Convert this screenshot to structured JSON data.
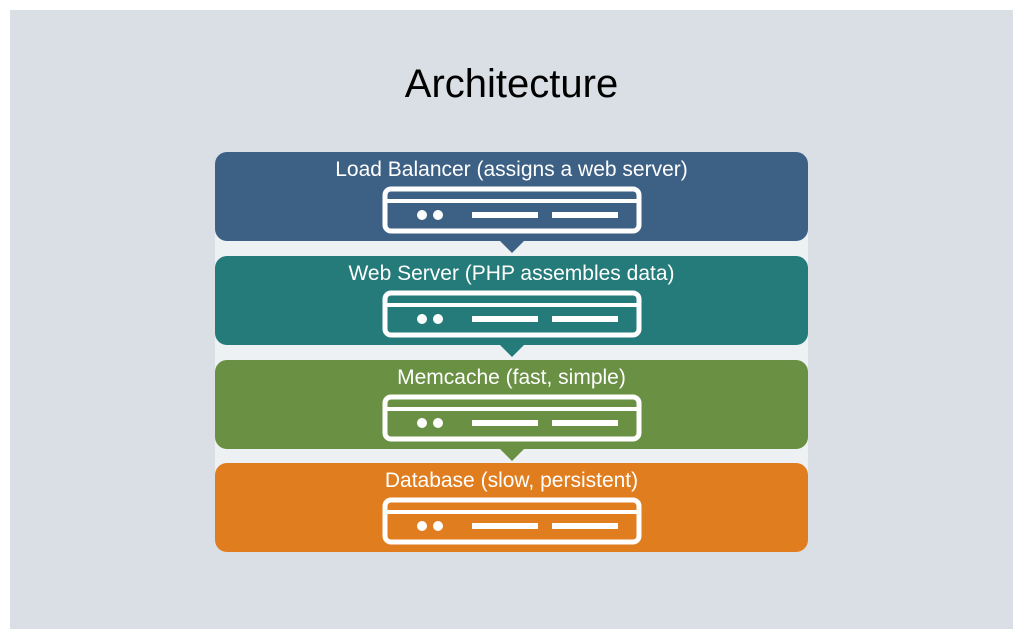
{
  "slide": {
    "title": "Architecture"
  },
  "layers": [
    {
      "label": "Load Balancer (assigns a web server)",
      "color": "#3d6085",
      "icon": "server-icon"
    },
    {
      "label": "Web Server (PHP assembles data)",
      "color": "#247b79",
      "icon": "server-icon"
    },
    {
      "label": "Memcache (fast, simple)",
      "color": "#6a9044",
      "icon": "server-icon"
    },
    {
      "label": "Database (slow, persistent)",
      "color": "#e07d1e",
      "icon": "server-icon"
    }
  ]
}
